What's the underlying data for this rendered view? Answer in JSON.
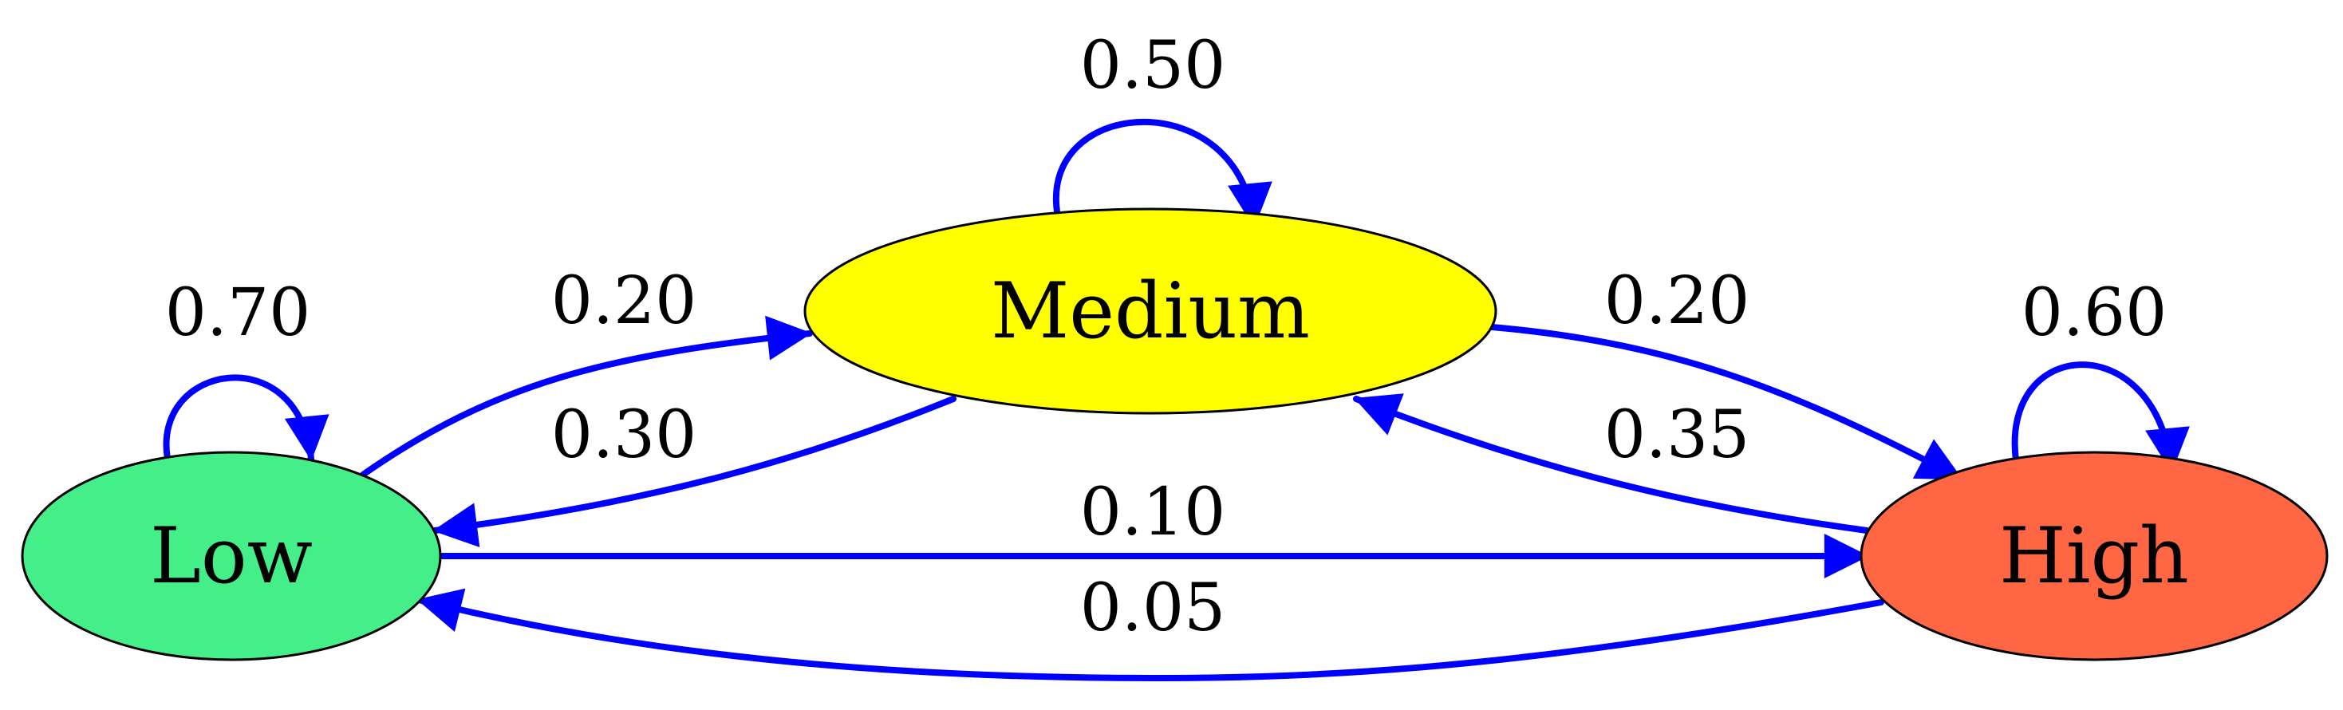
{
  "colors": {
    "edge": "#0000ff",
    "node_stroke": "#000000",
    "background": "#ffffff"
  },
  "nodes": {
    "medium": {
      "label": "Medium",
      "fill": "#ffff00"
    },
    "low": {
      "label": "Low",
      "fill": "#44ee88"
    },
    "high": {
      "label": "High",
      "fill": "#ff6644"
    }
  },
  "edges": {
    "medium_medium": {
      "from": "Medium",
      "to": "Medium",
      "label": "0.50"
    },
    "low_low": {
      "from": "Low",
      "to": "Low",
      "label": "0.70"
    },
    "high_high": {
      "from": "High",
      "to": "High",
      "label": "0.60"
    },
    "low_medium": {
      "from": "Low",
      "to": "Medium",
      "label": "0.20"
    },
    "medium_low": {
      "from": "Medium",
      "to": "Low",
      "label": "0.30"
    },
    "medium_high": {
      "from": "Medium",
      "to": "High",
      "label": "0.20"
    },
    "high_medium": {
      "from": "High",
      "to": "Medium",
      "label": "0.35"
    },
    "low_high": {
      "from": "Low",
      "to": "High",
      "label": "0.10"
    },
    "high_low": {
      "from": "High",
      "to": "Low",
      "label": "0.05"
    }
  }
}
